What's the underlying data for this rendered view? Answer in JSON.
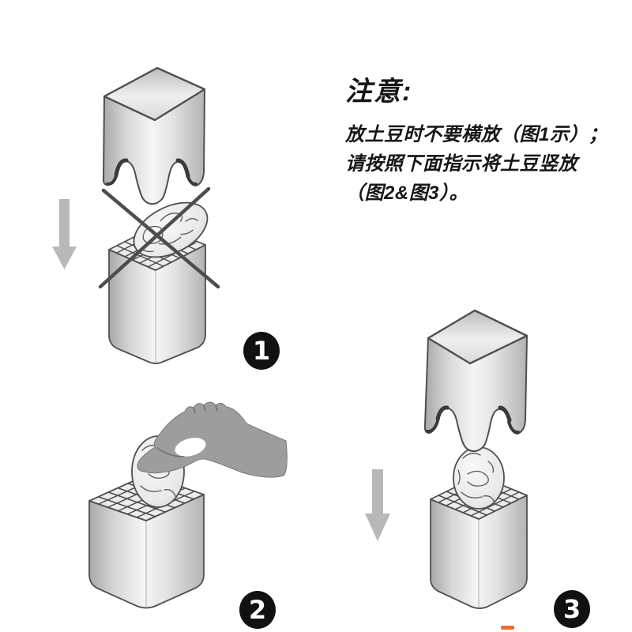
{
  "note": {
    "title": "注意:",
    "line1": "放土豆时不要横放（图1示）；",
    "line2": "请按照下面指示将土豆竖放",
    "line3": "（图2&图3）。"
  },
  "figures": {
    "fig1": {
      "badge": "1"
    },
    "fig2": {
      "badge": "2"
    },
    "fig3": {
      "badge": "3"
    }
  },
  "colors": {
    "outline": "#4f4f4f",
    "cross": "#4d4d4d",
    "arrow_gray": "#b8b8b8",
    "hand_gray": "#9d9d9d",
    "badge_bg": "#111111",
    "badge_text": "#ffffff",
    "orange_fragment": "#ef6c30",
    "background": "#ffffff"
  }
}
